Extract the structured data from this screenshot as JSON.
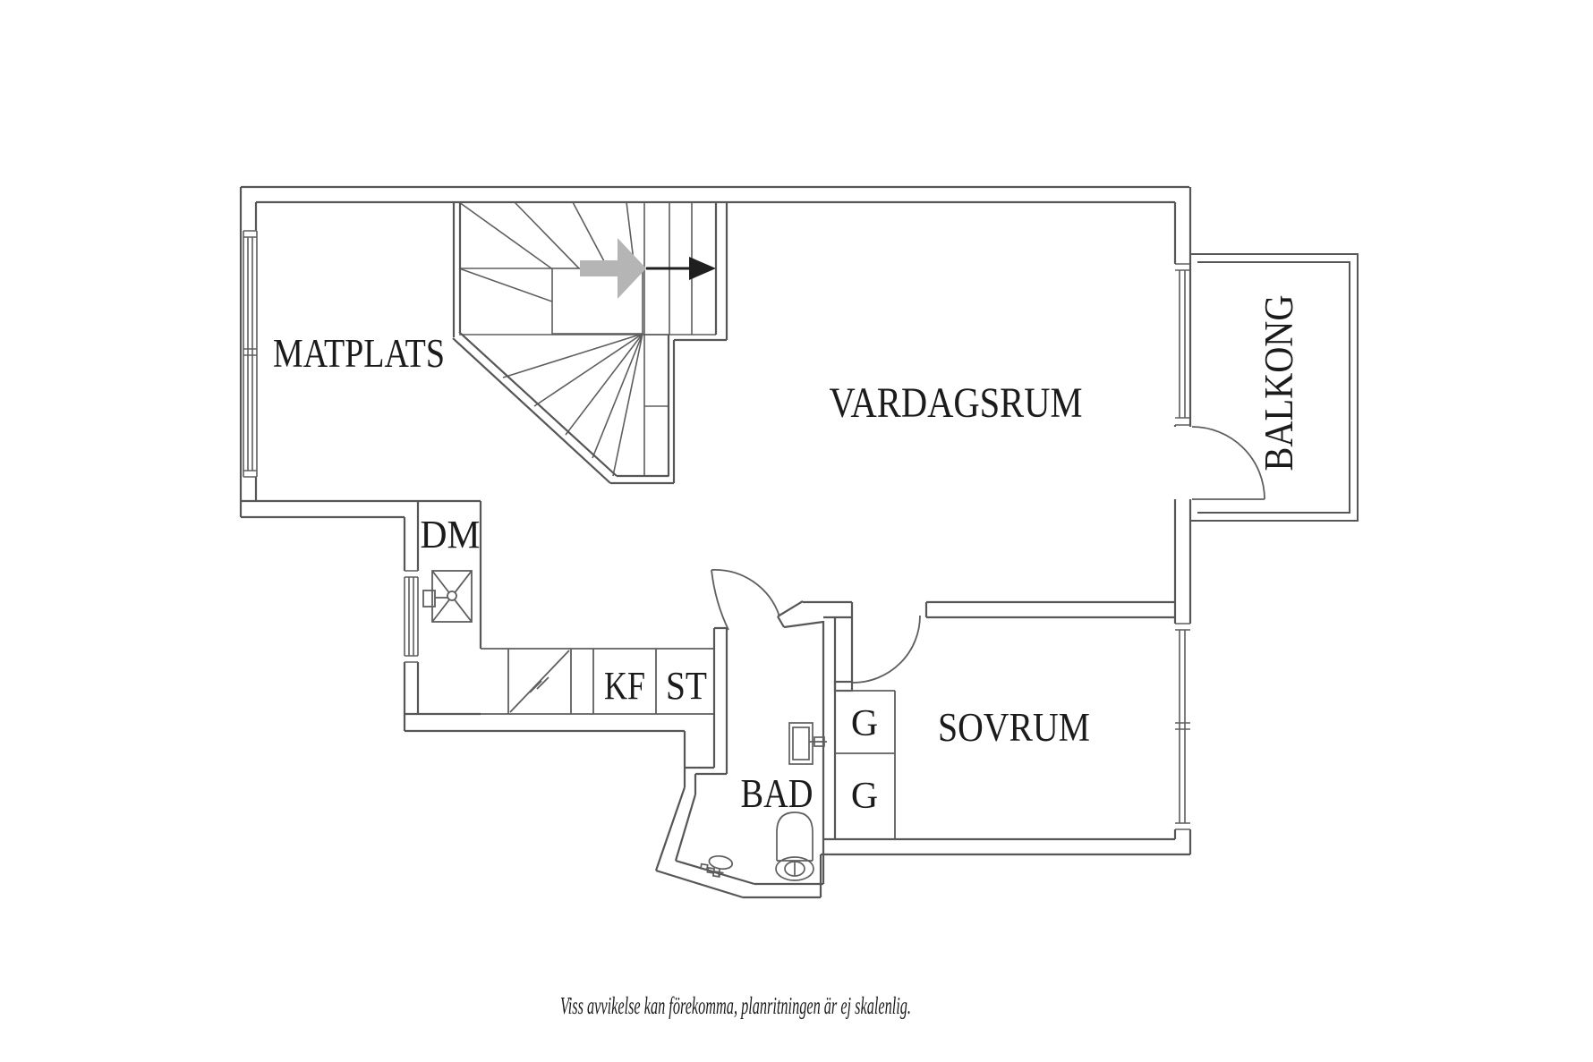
{
  "plan": {
    "title_hidden": "",
    "labels": {
      "matplats": "MATPLATS",
      "vardagsrum": "VARDAGSRUM",
      "balkong": "BALKONG",
      "sovrum": "SOVRUM",
      "bad": "BAD",
      "dm": "DM",
      "kf": "KF",
      "st": "ST",
      "g_top": "G",
      "g_bottom": "G"
    },
    "footer": {
      "disclaimer": "Viss avvikelse kan förekomma, planritningen är ej skalenlig."
    },
    "colors": {
      "background": "#ffffff",
      "wall_line": "#565656",
      "thin_line": "#5e5e5e",
      "text": "#1b1b1b",
      "arrow_gray": "#b5b5b5",
      "arrow_black": "#1f1f1f"
    },
    "icons": [
      "staircase-winder-icon",
      "direction-arrow-gray-icon",
      "direction-arrow-black-icon",
      "dishwasher-icon",
      "sink-counter-diagonal-icon",
      "door-swing-arc-icon",
      "window-icon",
      "toilet-icon",
      "washbasin-icon",
      "pedestal-sink-icon",
      "wardrobe-icon"
    ]
  }
}
